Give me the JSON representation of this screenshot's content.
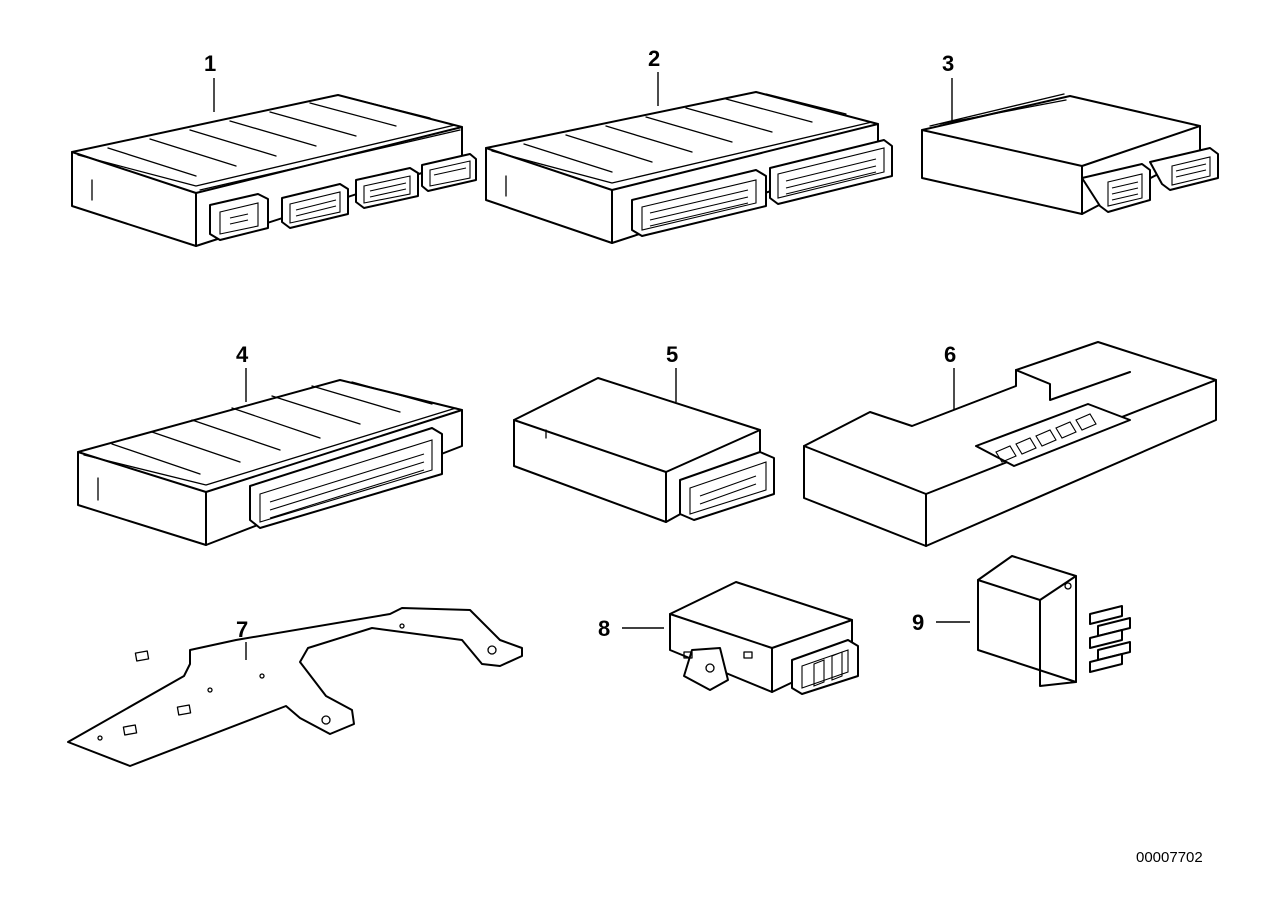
{
  "diagram": {
    "document_number": "00007702",
    "callouts": [
      {
        "id": "1",
        "label": "1"
      },
      {
        "id": "2",
        "label": "2"
      },
      {
        "id": "3",
        "label": "3"
      },
      {
        "id": "4",
        "label": "4"
      },
      {
        "id": "5",
        "label": "5"
      },
      {
        "id": "6",
        "label": "6"
      },
      {
        "id": "7",
        "label": "7"
      },
      {
        "id": "8",
        "label": "8"
      },
      {
        "id": "9",
        "label": "9"
      }
    ],
    "parts": [
      {
        "callout": "1",
        "icon": "control-module-four-connectors-icon"
      },
      {
        "callout": "2",
        "icon": "control-module-two-connectors-icon"
      },
      {
        "callout": "3",
        "icon": "small-control-module-icon"
      },
      {
        "callout": "4",
        "icon": "control-module-single-connector-icon"
      },
      {
        "callout": "5",
        "icon": "relay-module-icon"
      },
      {
        "callout": "6",
        "icon": "stepped-control-unit-icon"
      },
      {
        "callout": "7",
        "icon": "mounting-bracket-icon"
      },
      {
        "callout": "8",
        "icon": "small-relay-with-bracket-icon"
      },
      {
        "callout": "9",
        "icon": "plug-in-relay-icon"
      }
    ]
  }
}
